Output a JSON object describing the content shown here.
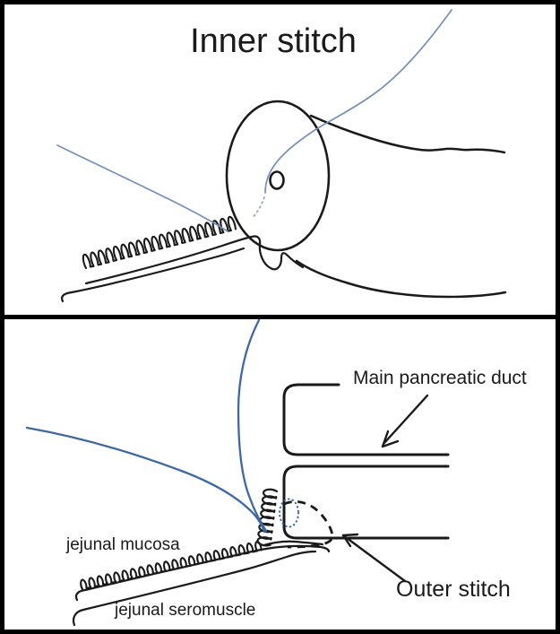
{
  "figure": {
    "type": "surgical-anastomosis-diagram",
    "panels": {
      "top": {
        "title": "Inner stitch"
      },
      "bottom": {
        "label_main_pancreatic_duct": "Main pancreatic duct",
        "label_jejunal_mucosa": "jejunal mucosa",
        "label_jejunal_seromuscle": "jejunal seromuscle",
        "label_outer_stitch": "Outer stitch"
      }
    },
    "colors": {
      "ink": "#1a1a1a",
      "border": "#000000",
      "background": "#ffffff",
      "thread_blue": "#3e68a4",
      "thread_blue_light": "#7490ba",
      "thread_dotted": "#93a5c0"
    }
  }
}
